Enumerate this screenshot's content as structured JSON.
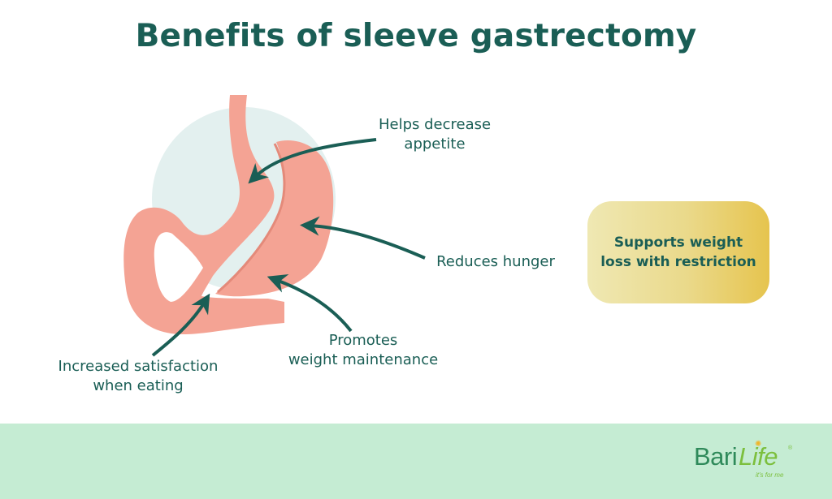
{
  "title": "Benefits of sleeve gastrectomy",
  "labels": {
    "appetite_line1": "Helps decrease",
    "appetite_line2": "appetite",
    "hunger": "Reduces hunger",
    "maintenance_line1": "Promotes",
    "maintenance_line2": "weight maintenance",
    "satisfaction_line1": "Increased satisfaction",
    "satisfaction_line2": "when eating"
  },
  "callout": {
    "text": "Supports weight loss with restriction"
  },
  "logo": {
    "part1": "Bari",
    "part2": "Life",
    "registered": "®",
    "tagline": "it's for me"
  },
  "colors": {
    "title": "#1a5e55",
    "stomach": "#f4a394",
    "circle": "#e3f0ef",
    "arrow": "#1a5e55",
    "footer": "#c5ecd3",
    "callout_start": "#efe8b3",
    "callout_end": "#e6c44e"
  }
}
